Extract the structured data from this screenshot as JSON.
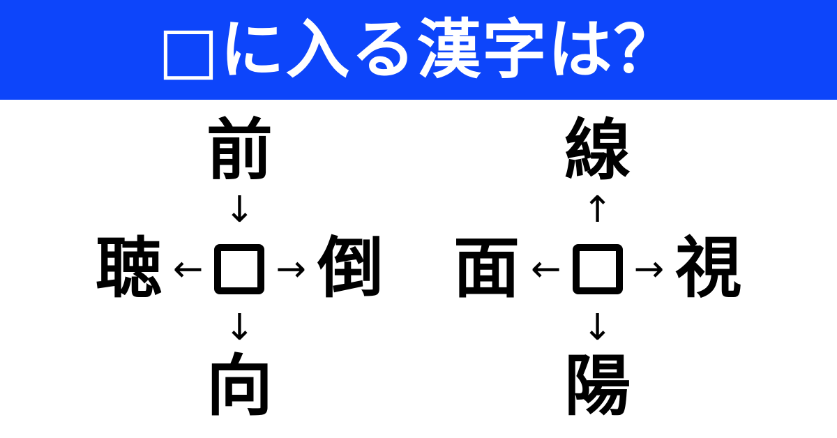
{
  "header": {
    "title": "□に入る漢字は？",
    "background_color": "#0d45fa",
    "text_color": "#ffffff"
  },
  "puzzles": [
    {
      "top_kanji": "前",
      "left_kanji": "聴",
      "right_kanji": "倒",
      "bottom_kanji": "向",
      "top_arrow": "↓",
      "left_arrow": "←",
      "right_arrow": "→",
      "bottom_arrow": "↓"
    },
    {
      "top_kanji": "線",
      "left_kanji": "面",
      "right_kanji": "視",
      "bottom_kanji": "陽",
      "top_arrow": "↑",
      "left_arrow": "←",
      "right_arrow": "→",
      "bottom_arrow": "↓"
    }
  ],
  "colors": {
    "kanji_color": "#000000",
    "page_background": "#ffffff"
  }
}
